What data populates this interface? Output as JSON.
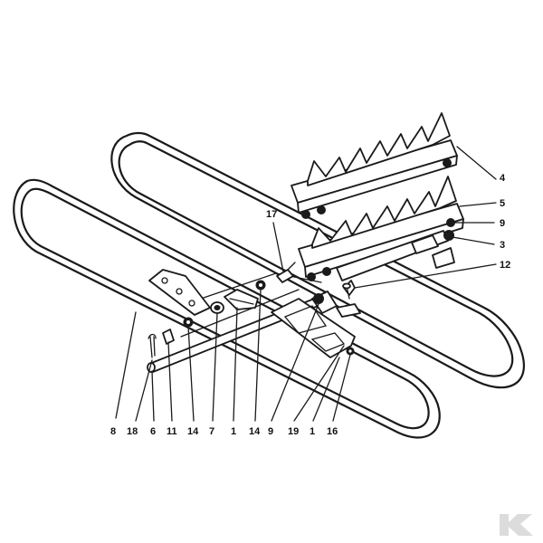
{
  "diagram": {
    "labels": [
      "4",
      "5",
      "9",
      "3",
      "12",
      "17",
      "8",
      "18",
      "6",
      "11",
      "14",
      "7",
      "1",
      "14",
      "9",
      "19",
      "1",
      "16"
    ]
  },
  "brand": {
    "watermark_icon": "kramp-k-icon",
    "color": "#dcdcdc"
  }
}
